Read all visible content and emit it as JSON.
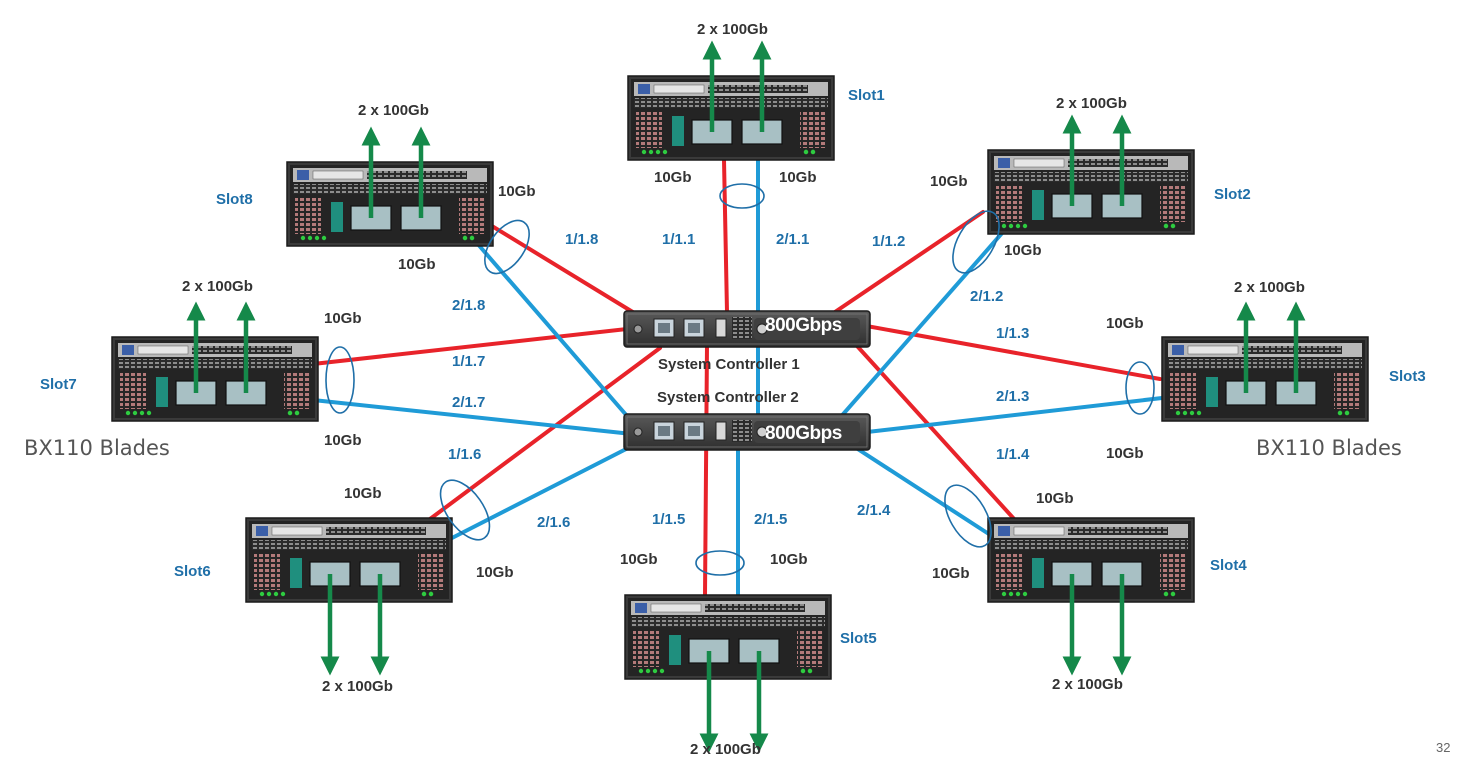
{
  "page_number": "32",
  "side_labels": {
    "left": "BX110 Blades",
    "right": "BX110 Blades"
  },
  "controllers": [
    {
      "name": "System Controller 1",
      "speed": "800Gbps"
    },
    {
      "name": "System Controller 2",
      "speed": "800Gbps"
    }
  ],
  "link_speed": "10Gb",
  "uplink_label": "2 x 100Gb",
  "slots": [
    {
      "name": "Slot1",
      "port_red": "1/1.1",
      "port_blue": "2/1.1"
    },
    {
      "name": "Slot2",
      "port_red": "1/1.2",
      "port_blue": "2/1.2"
    },
    {
      "name": "Slot3",
      "port_red": "1/1.3",
      "port_blue": "2/1.3"
    },
    {
      "name": "Slot4",
      "port_red": "1/1.4",
      "port_blue": "2/1.4"
    },
    {
      "name": "Slot5",
      "port_red": "1/1.5",
      "port_blue": "2/1.5"
    },
    {
      "name": "Slot6",
      "port_red": "1/1.6",
      "port_blue": "2/1.6"
    },
    {
      "name": "Slot7",
      "port_red": "1/1.7",
      "port_blue": "2/1.7"
    },
    {
      "name": "Slot8",
      "port_red": "1/1.8",
      "port_blue": "2/1.8"
    }
  ],
  "colors": {
    "link_controller_1": "#e8232a",
    "link_controller_2": "#1f9bd7",
    "uplink_arrow": "#15894a",
    "slot_label": "#1f6fa8",
    "port_label": "#1f6fa8"
  }
}
